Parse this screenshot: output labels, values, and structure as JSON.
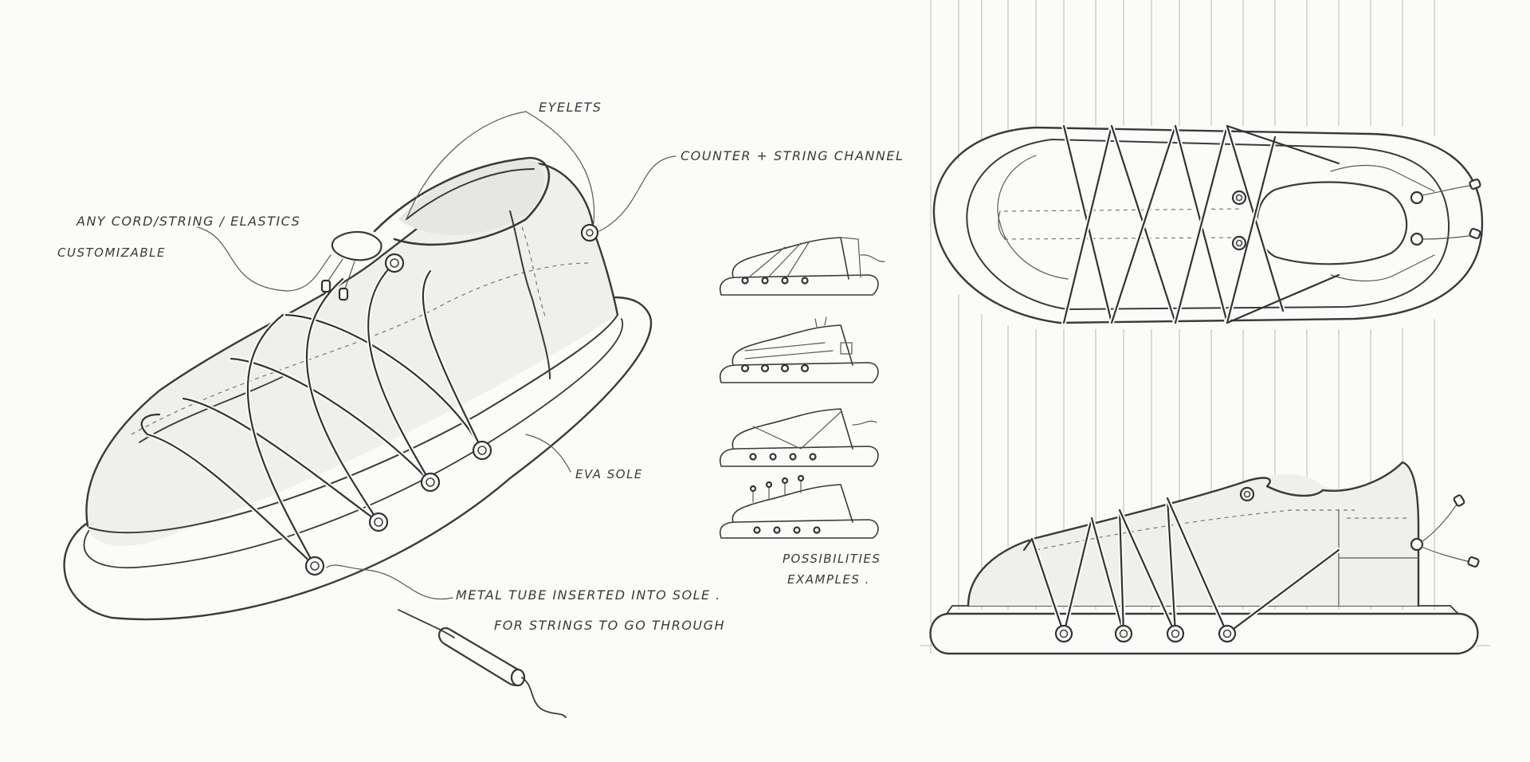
{
  "annotations": {
    "eyelets": "EYELETS",
    "counter": "COUNTER + STRING CHANNEL",
    "cord_line1": "ANY CORD/STRING / ELASTICS",
    "cord_line2": "CUSTOMIZABLE",
    "eva_sole": "EVA SOLE",
    "tube_line1": "METAL TUBE  INSERTED INTO SOLE .",
    "tube_line2": "FOR STRINGS TO GO THROUGH",
    "examples_line1": "POSSIBILITIES",
    "examples_line2": "EXAMPLES ."
  },
  "colors": {
    "paper": "#fbfbf9",
    "pencil": "#3a3a3a"
  }
}
